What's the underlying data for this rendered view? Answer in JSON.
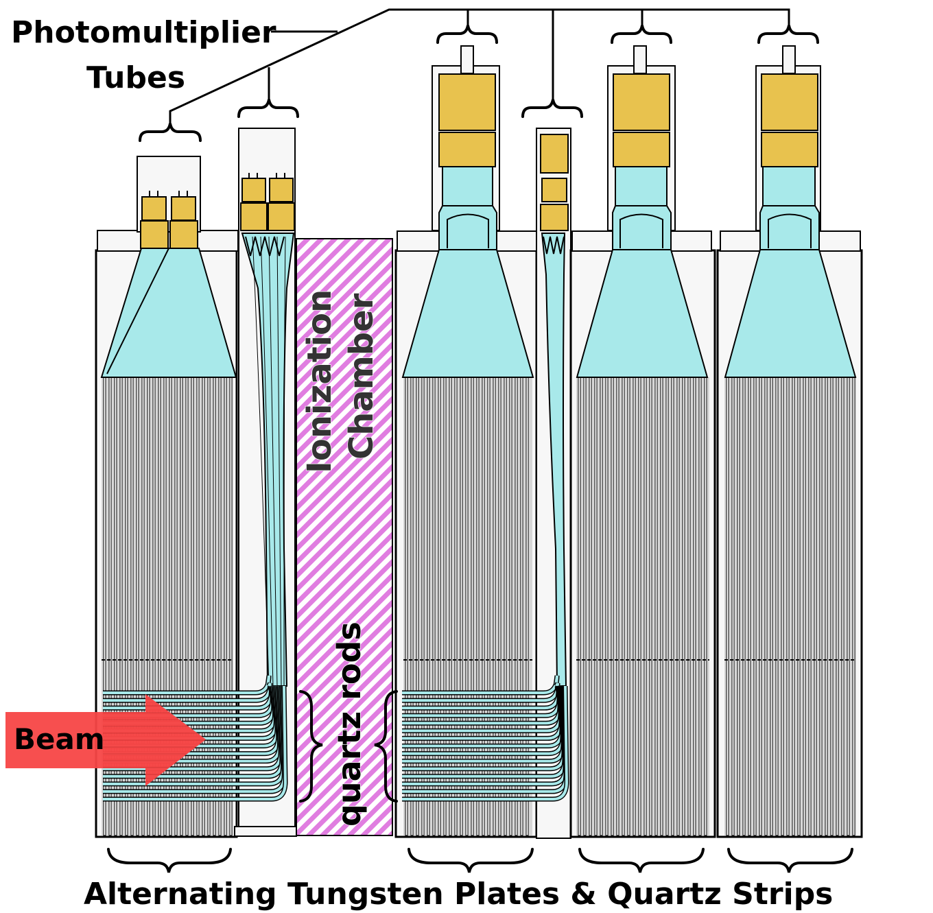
{
  "labels": {
    "pmt_line1": "Photomultiplier",
    "pmt_line2": "Tubes",
    "ionization_line1": "Ionization",
    "ionization_line2": "Chamber",
    "quartz_rods": "quartz rods",
    "beam": "Beam",
    "plates": "Alternating Tungsten Plates & Quartz Strips"
  },
  "colors": {
    "quartz": "#a8e9ea",
    "pmt": "#e8c24e",
    "tungsten": "#d7d7d7",
    "housing": "#f7f7f7",
    "ion_stripe": "#e07de0",
    "beam": "#f74646",
    "outline": "#000000"
  }
}
